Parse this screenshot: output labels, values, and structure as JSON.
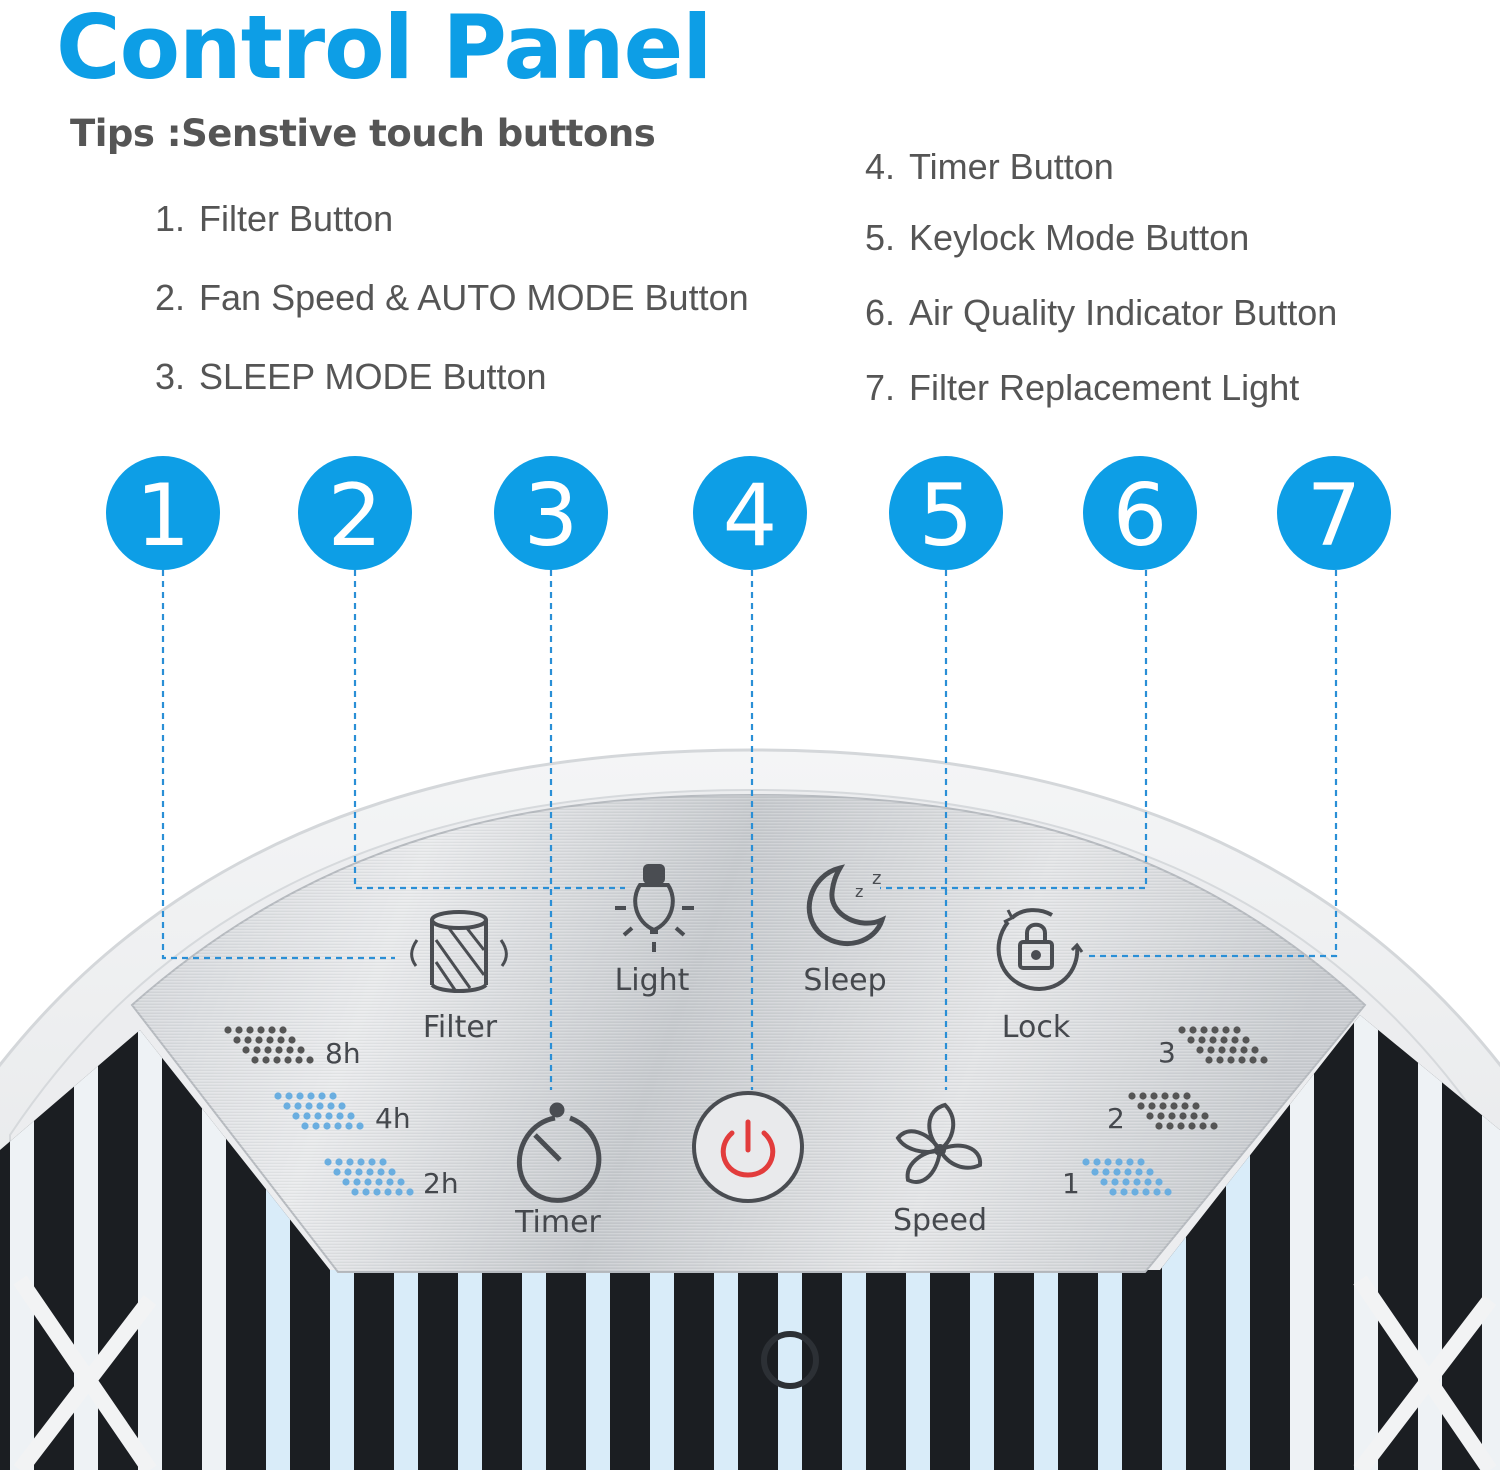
{
  "header": {
    "title": "Control Panel",
    "tips": "Tips :Senstive touch buttons"
  },
  "legend": [
    {
      "num": "1.",
      "label": "Filter Button"
    },
    {
      "num": "2.",
      "label": "Fan Speed & AUTO MODE Button"
    },
    {
      "num": "3.",
      "label": "SLEEP MODE Button"
    },
    {
      "num": "4.",
      "label": "Timer Button"
    },
    {
      "num": "5.",
      "label": "Keylock Mode Button"
    },
    {
      "num": "6.",
      "label": "Air Quality Indicator Button"
    },
    {
      "num": "7.",
      "label": "Filter Replacement Light"
    }
  ],
  "callouts": [
    "1",
    "2",
    "3",
    "4",
    "5",
    "6",
    "7"
  ],
  "panel": {
    "filter_label": "Filter",
    "light_label": "Light",
    "sleep_label": "Sleep",
    "lock_label": "Lock",
    "timer_label": "Timer",
    "speed_label": "Speed",
    "timer_levels": [
      "8h",
      "4h",
      "2h"
    ],
    "speed_levels": [
      "3",
      "2",
      "1"
    ]
  },
  "colors": {
    "accent": "#0d9ee6",
    "power": "#e23c3c",
    "indicator_on": "#6aaee0",
    "indicator_off": "#555555"
  }
}
